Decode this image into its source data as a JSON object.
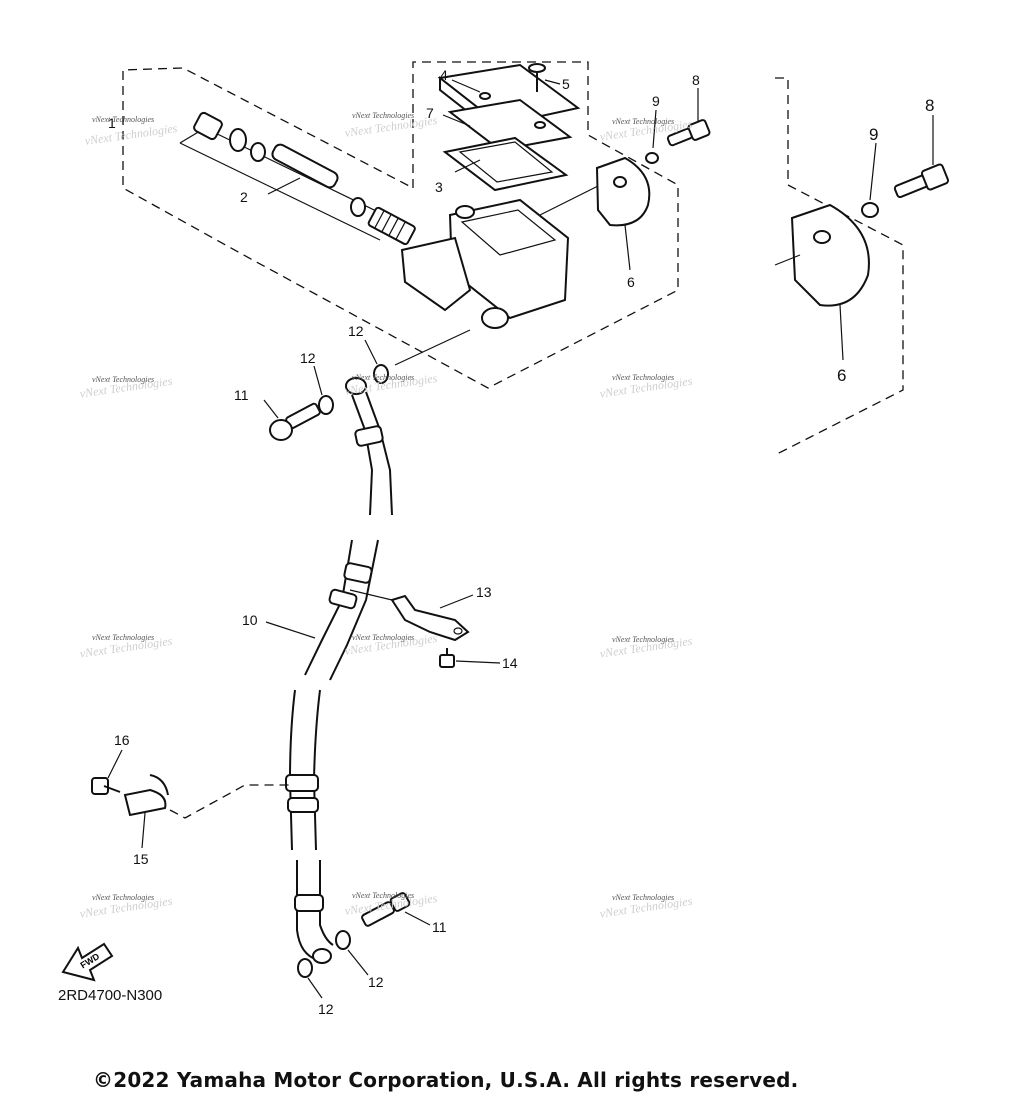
{
  "callouts": {
    "c1": "1",
    "c2": "2",
    "c3": "3",
    "c4": "4",
    "c5": "5",
    "c6a": "6",
    "c6b": "6",
    "c7": "7",
    "c8a": "8",
    "c8b": "8",
    "c9a": "9",
    "c9b": "9",
    "c10": "10",
    "c11a": "11",
    "c11b": "11",
    "c12a": "12",
    "c12b": "12",
    "c12c": "12",
    "c12d": "12",
    "c13": "13",
    "c14": "14",
    "c15": "15",
    "c16": "16"
  },
  "watermark": "vNext Technologies",
  "fwd_label": "FWD",
  "diagram_code": "2RD4700-N300",
  "copyright": "©2022 Yamaha Motor Corporation, U.S.A. All rights reserved."
}
